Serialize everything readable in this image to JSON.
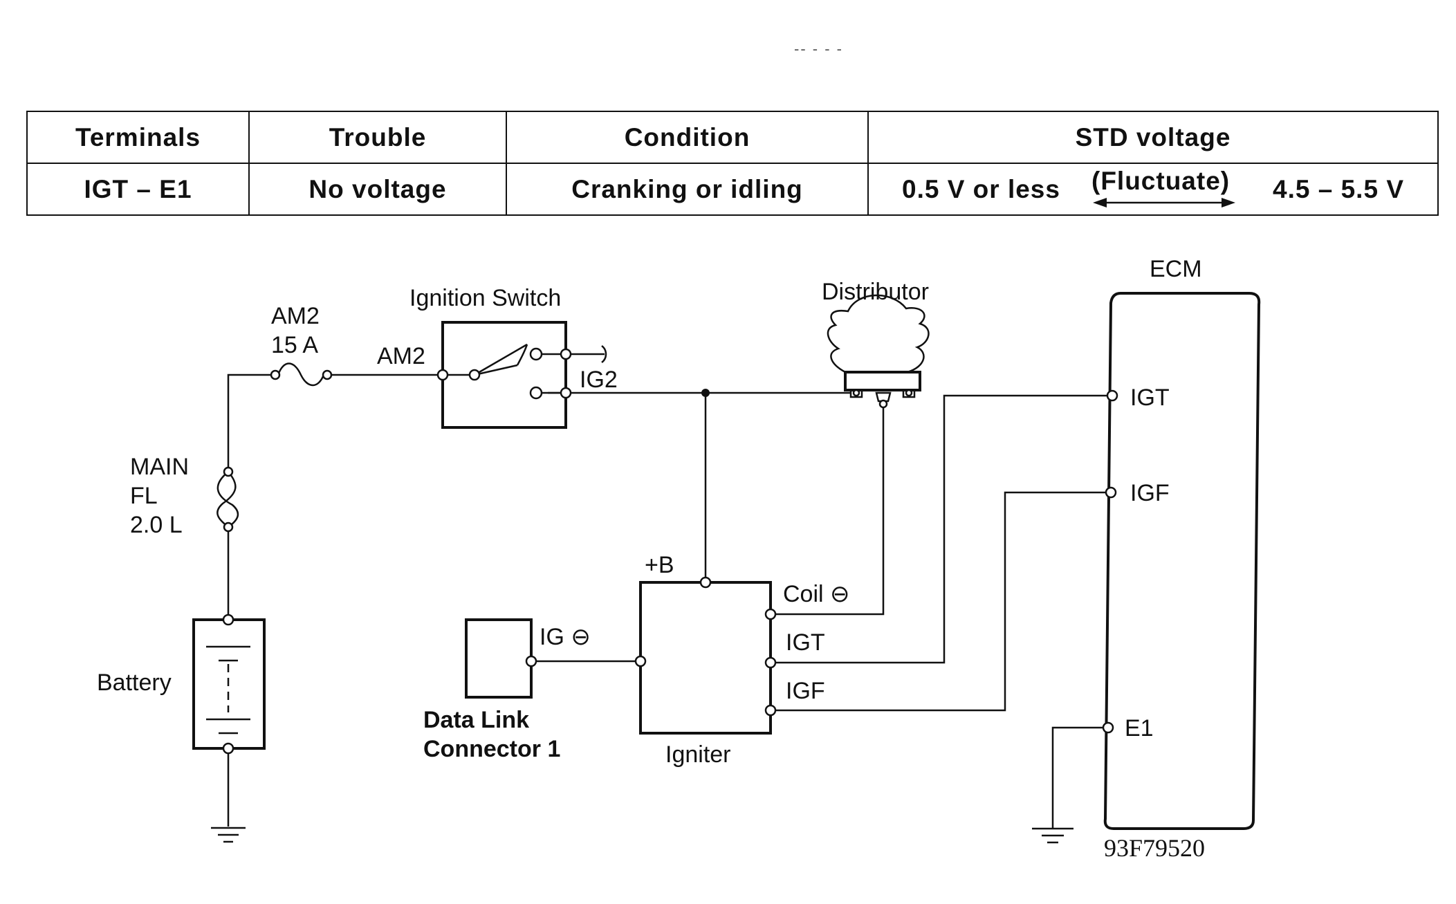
{
  "page_mark": "-- - - -",
  "table": {
    "headers": [
      "Terminals",
      "Trouble",
      "Condition",
      "STD voltage"
    ],
    "row": {
      "terminals": "IGT – E1",
      "trouble": "No voltage",
      "condition": "Cranking or idling",
      "voltage_low": "0.5 V or less",
      "voltage_fluctuate": "(Fluctuate)",
      "voltage_high": "4.5 – 5.5 V"
    }
  },
  "schematic": {
    "fuse_am2": {
      "name": "AM2",
      "rating": "15 A"
    },
    "ignition_switch": {
      "title": "Ignition Switch",
      "in_terminal": "AM2",
      "out_terminal": "IG2"
    },
    "main_fuse": {
      "line1": "MAIN",
      "line2": "FL",
      "line3": "2.0 L"
    },
    "battery": "Battery",
    "distributor": "Distributor",
    "igniter": {
      "title": "Igniter",
      "plus_b": "+B",
      "coil": "Coil ⊖",
      "igt": "IGT",
      "igf": "IGF"
    },
    "dlc": {
      "line1": "Data Link",
      "line2": "Connector 1",
      "terminal": "IG ⊖"
    },
    "ecm": {
      "title": "ECM",
      "igt": "IGT",
      "igf": "IGF",
      "e1": "E1"
    },
    "figure_code": "93F79520"
  }
}
